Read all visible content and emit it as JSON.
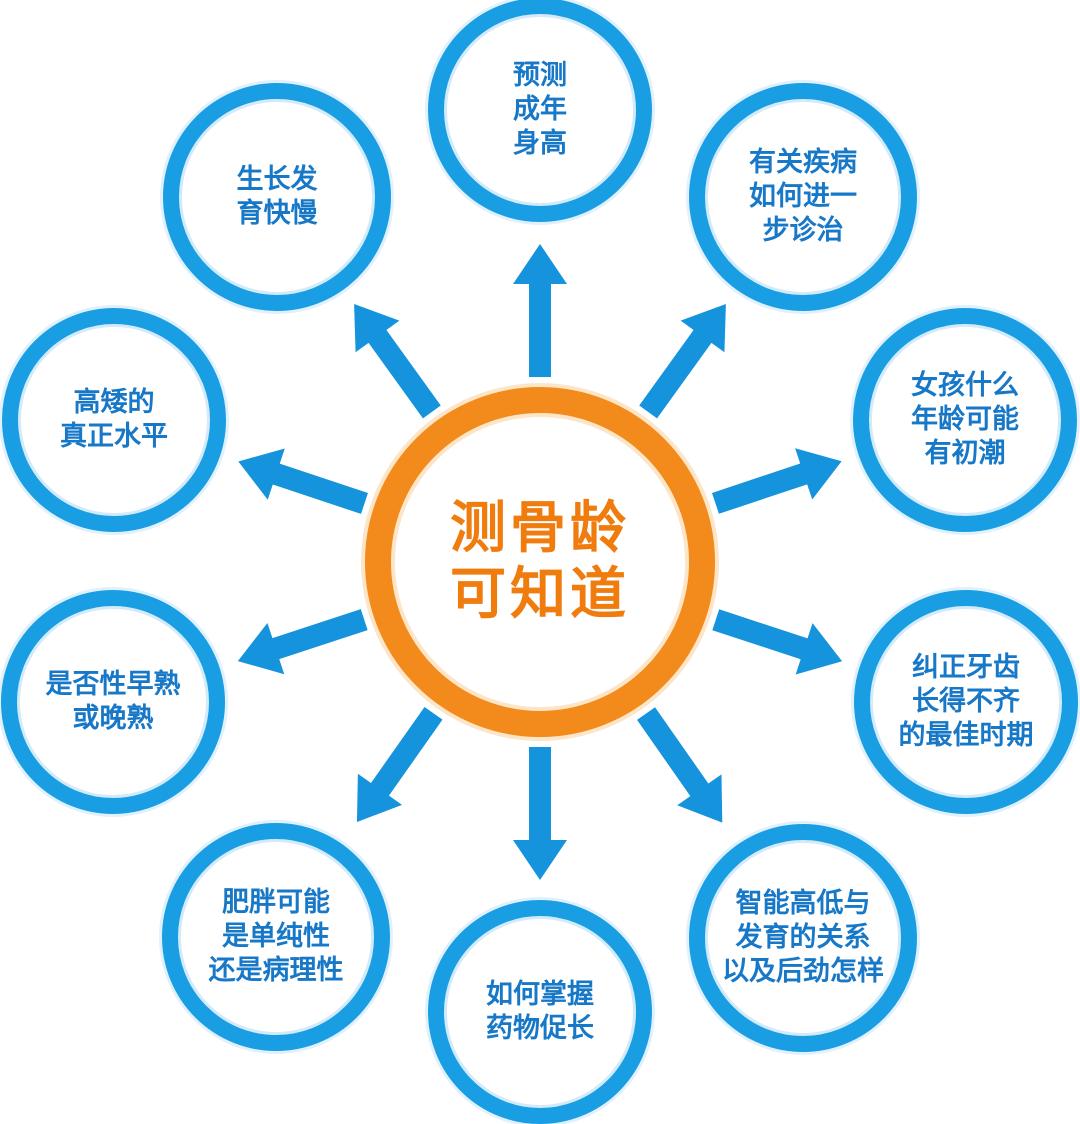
{
  "center": {
    "label": "测骨龄\n可知道",
    "color": "#f38a1c"
  },
  "accent_color": "#1a9ee3",
  "text_color": "#1878c8",
  "nodes": [
    {
      "label": "预测\n成年\n身高"
    },
    {
      "label": "有关疾病\n如何进一\n步诊治"
    },
    {
      "label": "女孩什么\n年龄可能\n有初潮"
    },
    {
      "label": "纠正牙齿\n长得不齐\n的最佳时期"
    },
    {
      "label": "智能高低与\n发育的关系\n以及后劲怎样"
    },
    {
      "label": "如何掌握\n药物促长"
    },
    {
      "label": "肥胖可能\n是单纯性\n还是病理性"
    },
    {
      "label": "是否性早熟\n或晚熟"
    },
    {
      "label": "高矮的\n真正水平"
    },
    {
      "label": "生长发\n育快慢"
    }
  ]
}
